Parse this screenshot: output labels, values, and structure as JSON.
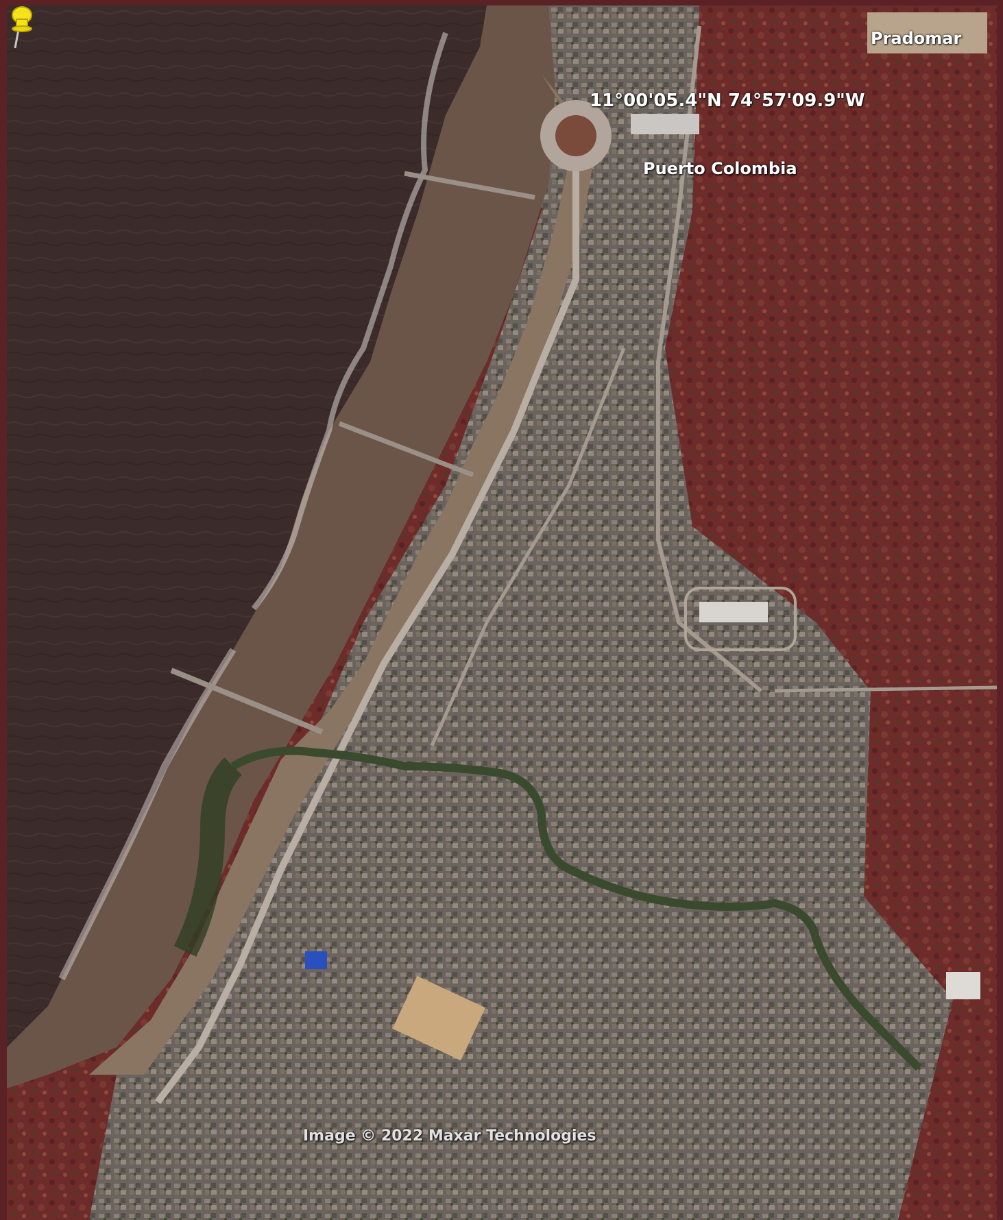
{
  "map": {
    "imagery_provider": "Image © 2022 Maxar Technologies",
    "pin": {
      "coordinates_label": "11°00'05.4\"N 74°57'09.9\"W",
      "icon": "yellow-pushpin-icon"
    },
    "places": [
      {
        "name": "Pradomar"
      },
      {
        "name": "Puerto Colombia"
      }
    ]
  },
  "colors": {
    "frame": "#5b2226",
    "sea": "#3a2a2a",
    "sand": "#8b7460",
    "town": "#6e6660",
    "vegetation": "#6e2a2a",
    "pin": "#f4e21a"
  }
}
